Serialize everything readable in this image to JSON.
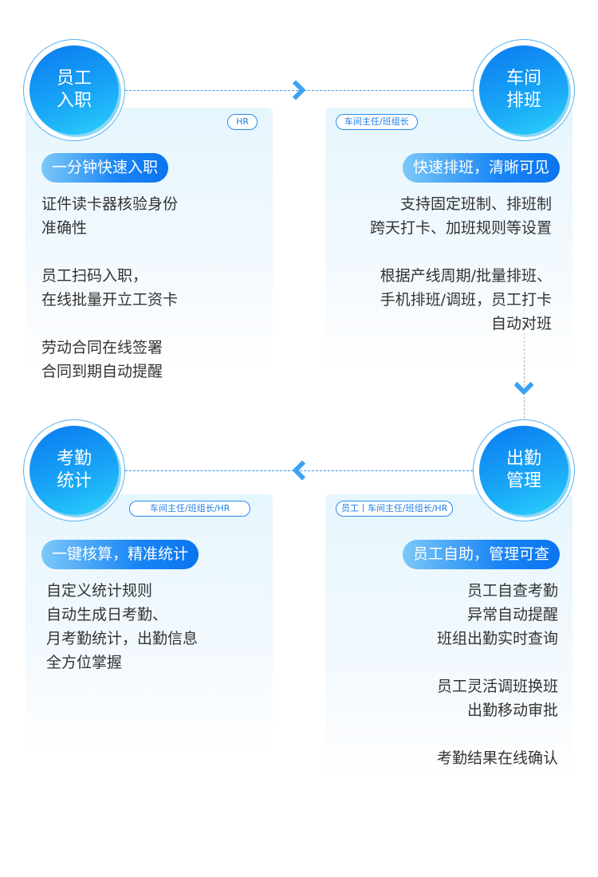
{
  "steps": [
    {
      "title": "员工\n入职",
      "tag": "HR",
      "headline": "一分钟快速入职",
      "lines": "证件读卡器核验身份\n准确性\n\n员工扫码入职，\n在线批量开立工资卡\n\n劳动合同在线签署\n合同到期自动提醒"
    },
    {
      "title": "车间\n排班",
      "tag": "车间主任/班组长",
      "headline": "快速排班，清晰可见",
      "lines": "支持固定班制、排班制\n跨天打卡、加班规则等设置\n\n根据产线周期/批量排班、\n手机排班/调班，员工打卡\n自动对班"
    },
    {
      "title": "出勤\n管理",
      "tag": "员工丨车间主任/班组长/HR",
      "headline": "员工自助，管理可查",
      "lines": "员工自查考勤\n异常自动提醒\n班组出勤实时查询\n\n员工灵活调班换班\n出勤移动审批\n\n考勤结果在线确认"
    },
    {
      "title": "考勤\n统计",
      "tag": "车间主任/班组长/HR",
      "headline": "一键核算，精准统计",
      "lines": "自定义统计规则\n自动生成日考勤、\n月考勤统计，出勤信息\n全方位掌握"
    }
  ],
  "colors": {
    "accent": "#1a86f5",
    "text": "#333333"
  }
}
